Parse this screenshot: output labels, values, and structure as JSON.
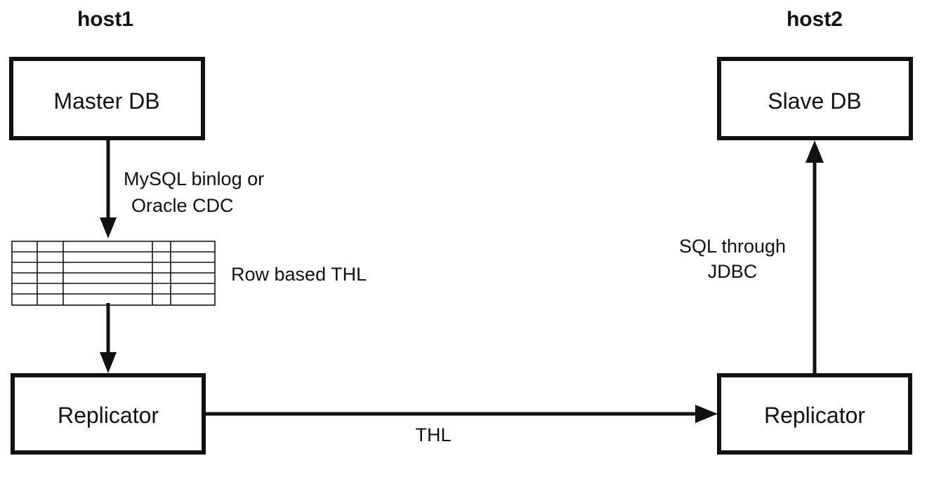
{
  "hosts": {
    "left": "host1",
    "right": "host2"
  },
  "nodes": {
    "master_db": "Master DB",
    "slave_db": "Slave DB",
    "replicator_left": "Replicator",
    "replicator_right": "Replicator",
    "thl_table": "Row based THL"
  },
  "edges": {
    "extract_line1": "MySQL binlog or",
    "extract_line2": "Oracle CDC",
    "transfer": "THL",
    "apply_line1": "SQL through",
    "apply_line2": "JDBC"
  }
}
